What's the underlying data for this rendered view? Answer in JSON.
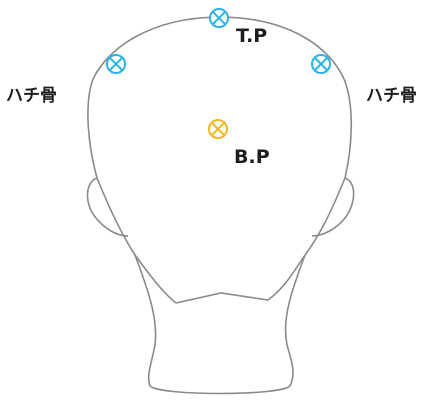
{
  "labels": {
    "hachi_left": "ハチ骨",
    "hachi_right": "ハチ骨",
    "top_point": "T.P",
    "back_point": "B.P"
  },
  "colors": {
    "outline": "#8a8a8a",
    "marker_blue": "#2ab3e6",
    "marker_yellow": "#f2b81e",
    "text": "#1e1e1e"
  },
  "icons": {
    "marker": "circle-cross-icon"
  }
}
